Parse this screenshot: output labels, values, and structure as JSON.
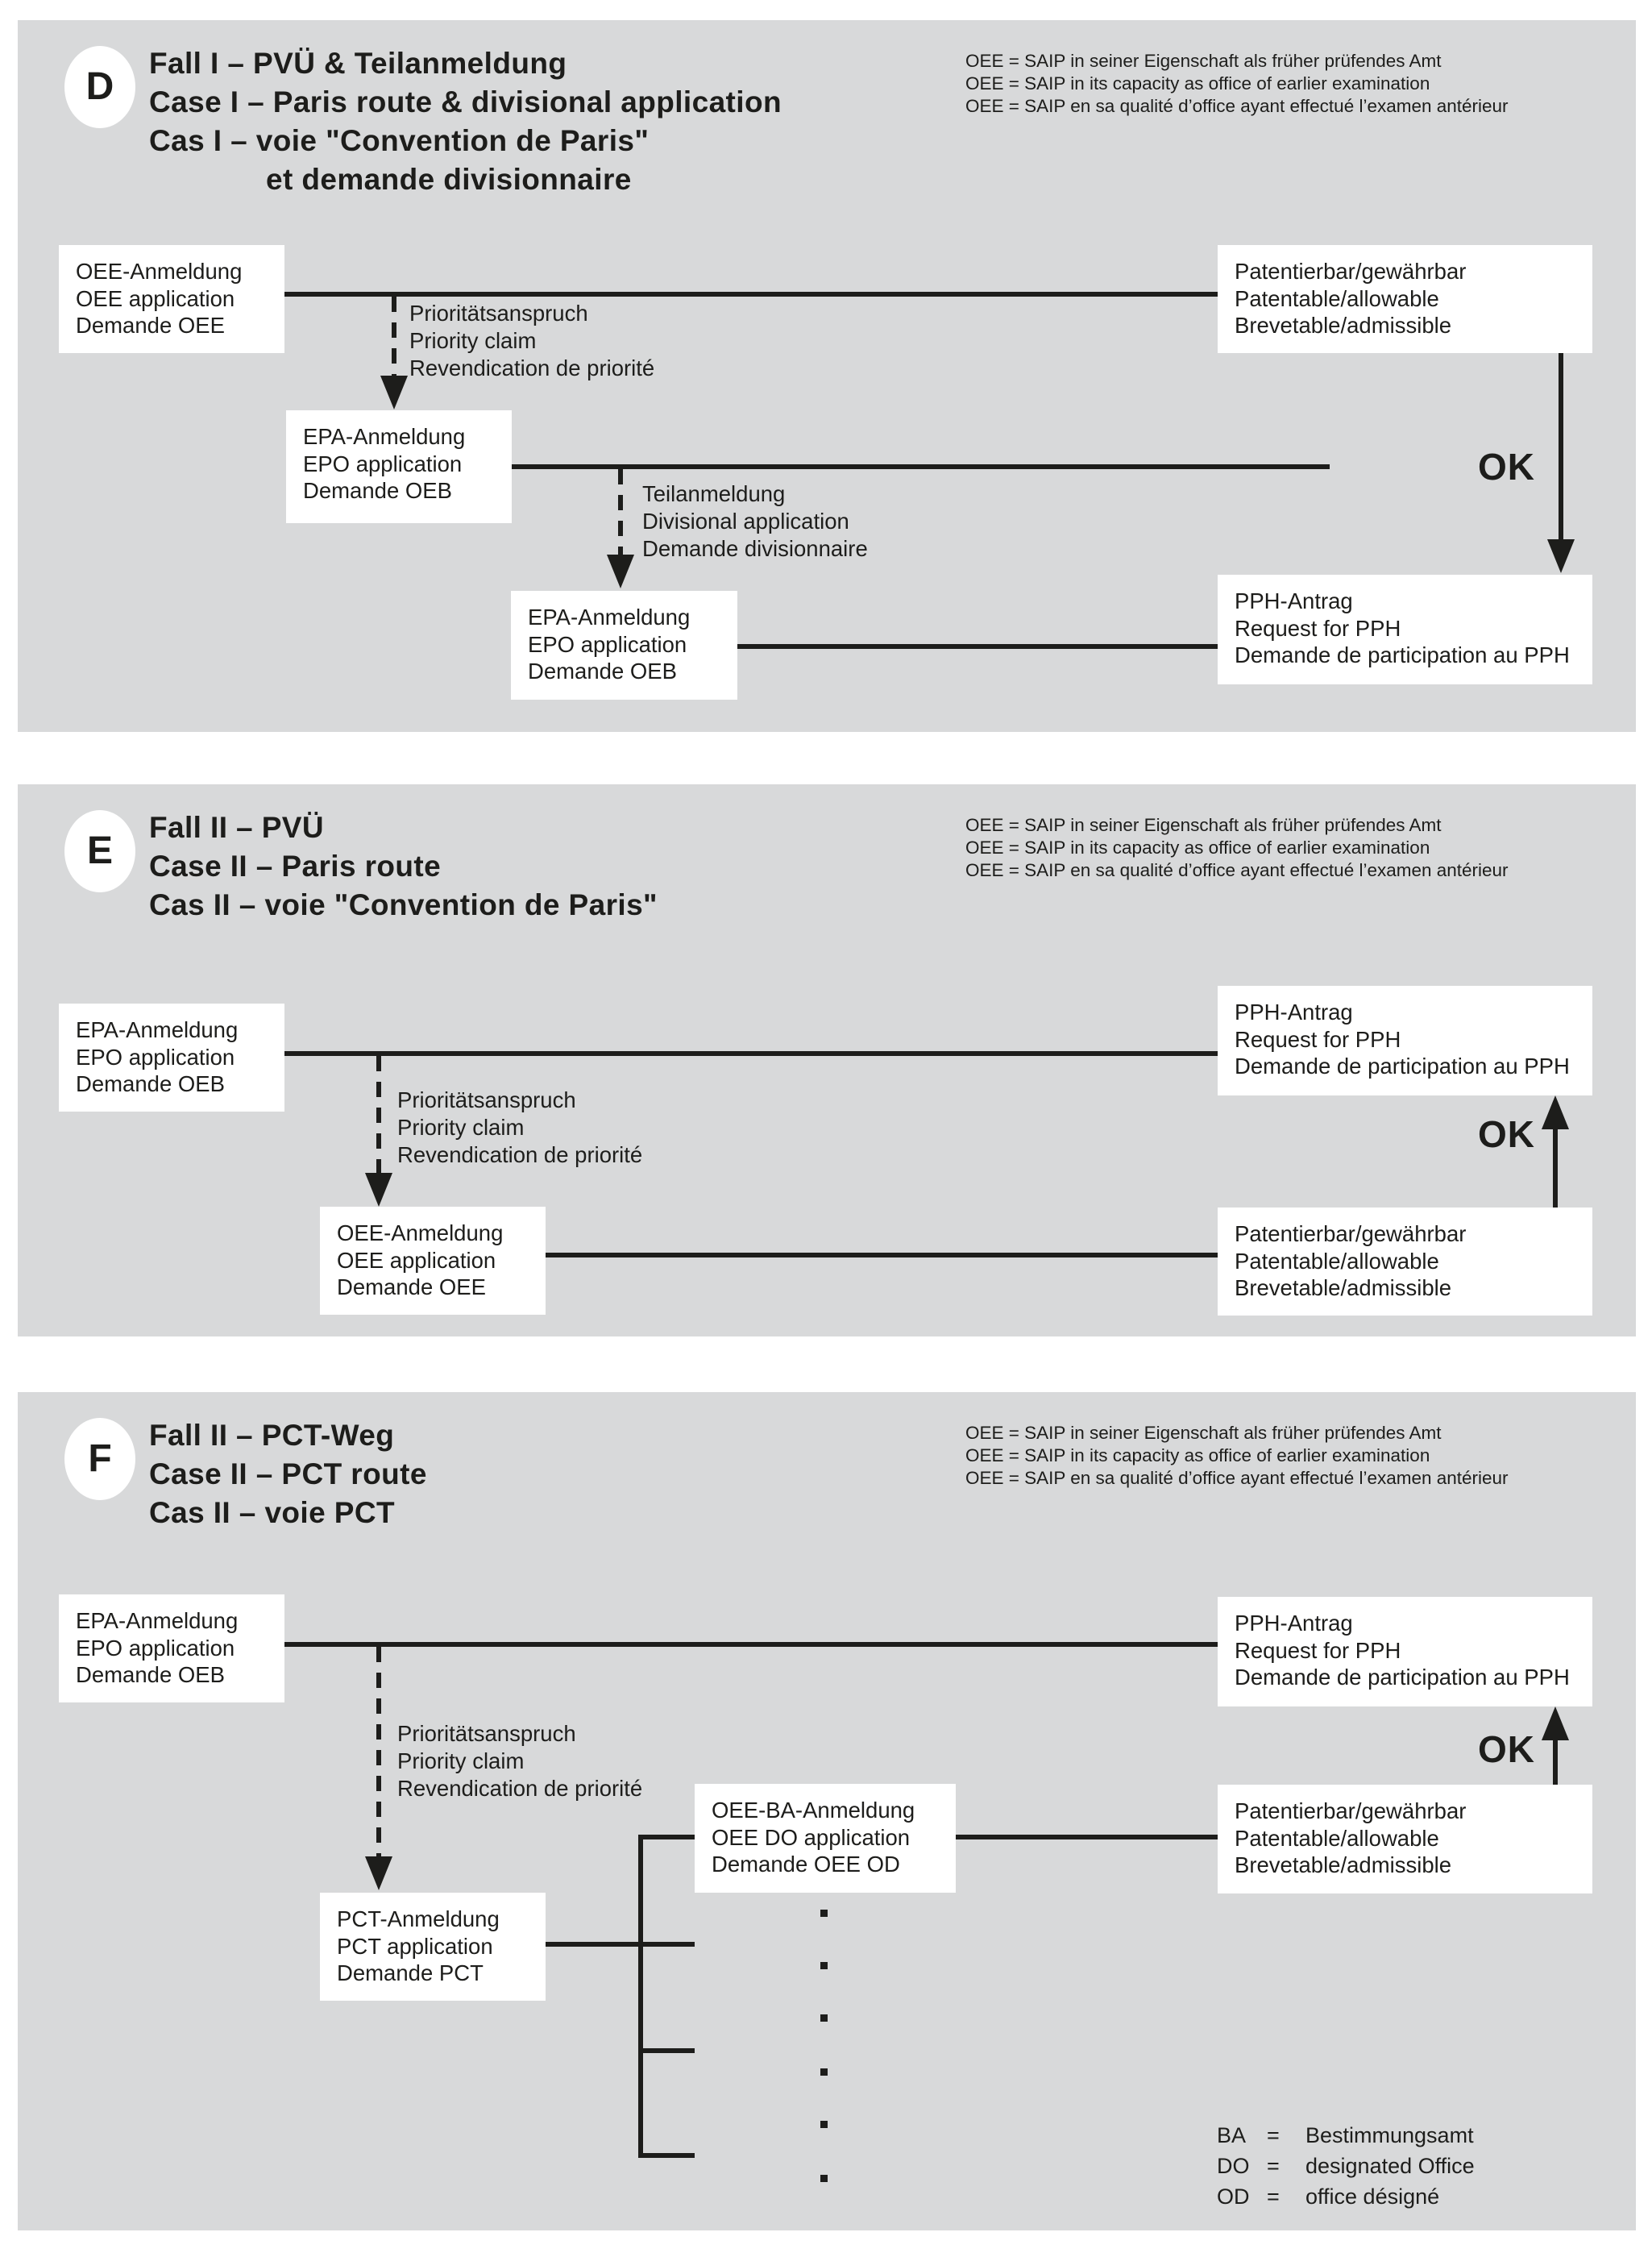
{
  "colors": {
    "panel_bg": "#d8d9da",
    "ink": "#1d1d1b",
    "node_bg": "#ffffff"
  },
  "panels": [
    {
      "letter": "D",
      "title_lines": [
        "Fall I – PVÜ & Teilanmeldung",
        "Case I – Paris route & divisional application",
        "Cas I – voie \"Convention de Paris\"",
        "et demande divisionnaire"
      ],
      "legend_lines": [
        "OEE = SAIP in seiner Eigenschaft als früher prüfendes Amt",
        "OEE = SAIP in its capacity as office of earlier examination",
        "OEE = SAIP en sa qualité d’office ayant effectué l’examen antérieur"
      ],
      "ok": "OK",
      "boxes": {
        "oee": [
          "OEE-Anmeldung",
          "OEE application",
          "Demande OEE"
        ],
        "patentable": [
          "Patentierbar/gewährbar",
          "Patentable/allowable",
          "Brevetable/admissible"
        ],
        "epo1": [
          "EPA-Anmeldung",
          "EPO application",
          "Demande OEB"
        ],
        "epo2": [
          "EPA-Anmeldung",
          "EPO application",
          "Demande OEB"
        ],
        "pph": [
          "PPH-Antrag",
          "Request for PPH",
          "Demande de participation au PPH"
        ]
      },
      "labels": {
        "priority": [
          "Prioritätsanspruch",
          "Priority claim",
          "Revendication de priorité"
        ],
        "divisional": [
          "Teilanmeldung",
          "Divisional application",
          "Demande divisionnaire"
        ]
      }
    },
    {
      "letter": "E",
      "title_lines": [
        "Fall II – PVÜ",
        "Case II – Paris route",
        "Cas II  – voie \"Convention de Paris\""
      ],
      "legend_lines": [
        "OEE = SAIP in seiner Eigenschaft als früher prüfendes Amt",
        "OEE = SAIP in its capacity as office of earlier examination",
        "OEE = SAIP en sa qualité d’office ayant effectué l’examen antérieur"
      ],
      "ok": "OK",
      "boxes": {
        "epo": [
          "EPA-Anmeldung",
          "EPO application",
          "Demande OEB"
        ],
        "pph": [
          "PPH-Antrag",
          "Request for PPH",
          "Demande de participation au PPH"
        ],
        "oee": [
          "OEE-Anmeldung",
          "OEE application",
          "Demande OEE"
        ],
        "patentable": [
          "Patentierbar/gewährbar",
          "Patentable/allowable",
          "Brevetable/admissible"
        ]
      },
      "labels": {
        "priority": [
          "Prioritätsanspruch",
          "Priority claim",
          "Revendication de priorité"
        ]
      }
    },
    {
      "letter": "F",
      "title_lines": [
        "Fall II – PCT-Weg",
        "Case II – PCT route",
        "Cas II – voie PCT"
      ],
      "legend_lines": [
        "OEE = SAIP in seiner Eigenschaft als früher prüfendes Amt",
        "OEE = SAIP in its capacity as office of earlier examination",
        "OEE = SAIP en sa qualité d’office ayant effectué l’examen antérieur"
      ],
      "ok": "OK",
      "boxes": {
        "epo": [
          "EPA-Anmeldung",
          "EPO application",
          "Demande OEB"
        ],
        "pph": [
          "PPH-Antrag",
          "Request for PPH",
          "Demande de participation au PPH"
        ],
        "pct": [
          "PCT-Anmeldung",
          "PCT application",
          "Demande PCT"
        ],
        "oee_do": [
          "OEE-BA-Anmeldung",
          "OEE DO application",
          "Demande OEE OD"
        ],
        "patentable": [
          "Patentierbar/gewährbar",
          "Patentable/allowable",
          "Brevetable/admissible"
        ]
      },
      "labels": {
        "priority": [
          "Prioritätsanspruch",
          "Priority claim",
          "Revendication de priorité"
        ]
      },
      "abbr_legend": [
        {
          "abbr": "BA",
          "eq": "=",
          "label": "Bestimmungsamt"
        },
        {
          "abbr": "DO",
          "eq": "=",
          "label": "designated Office"
        },
        {
          "abbr": "OD",
          "eq": "=",
          "label": "office désigné"
        }
      ]
    }
  ]
}
